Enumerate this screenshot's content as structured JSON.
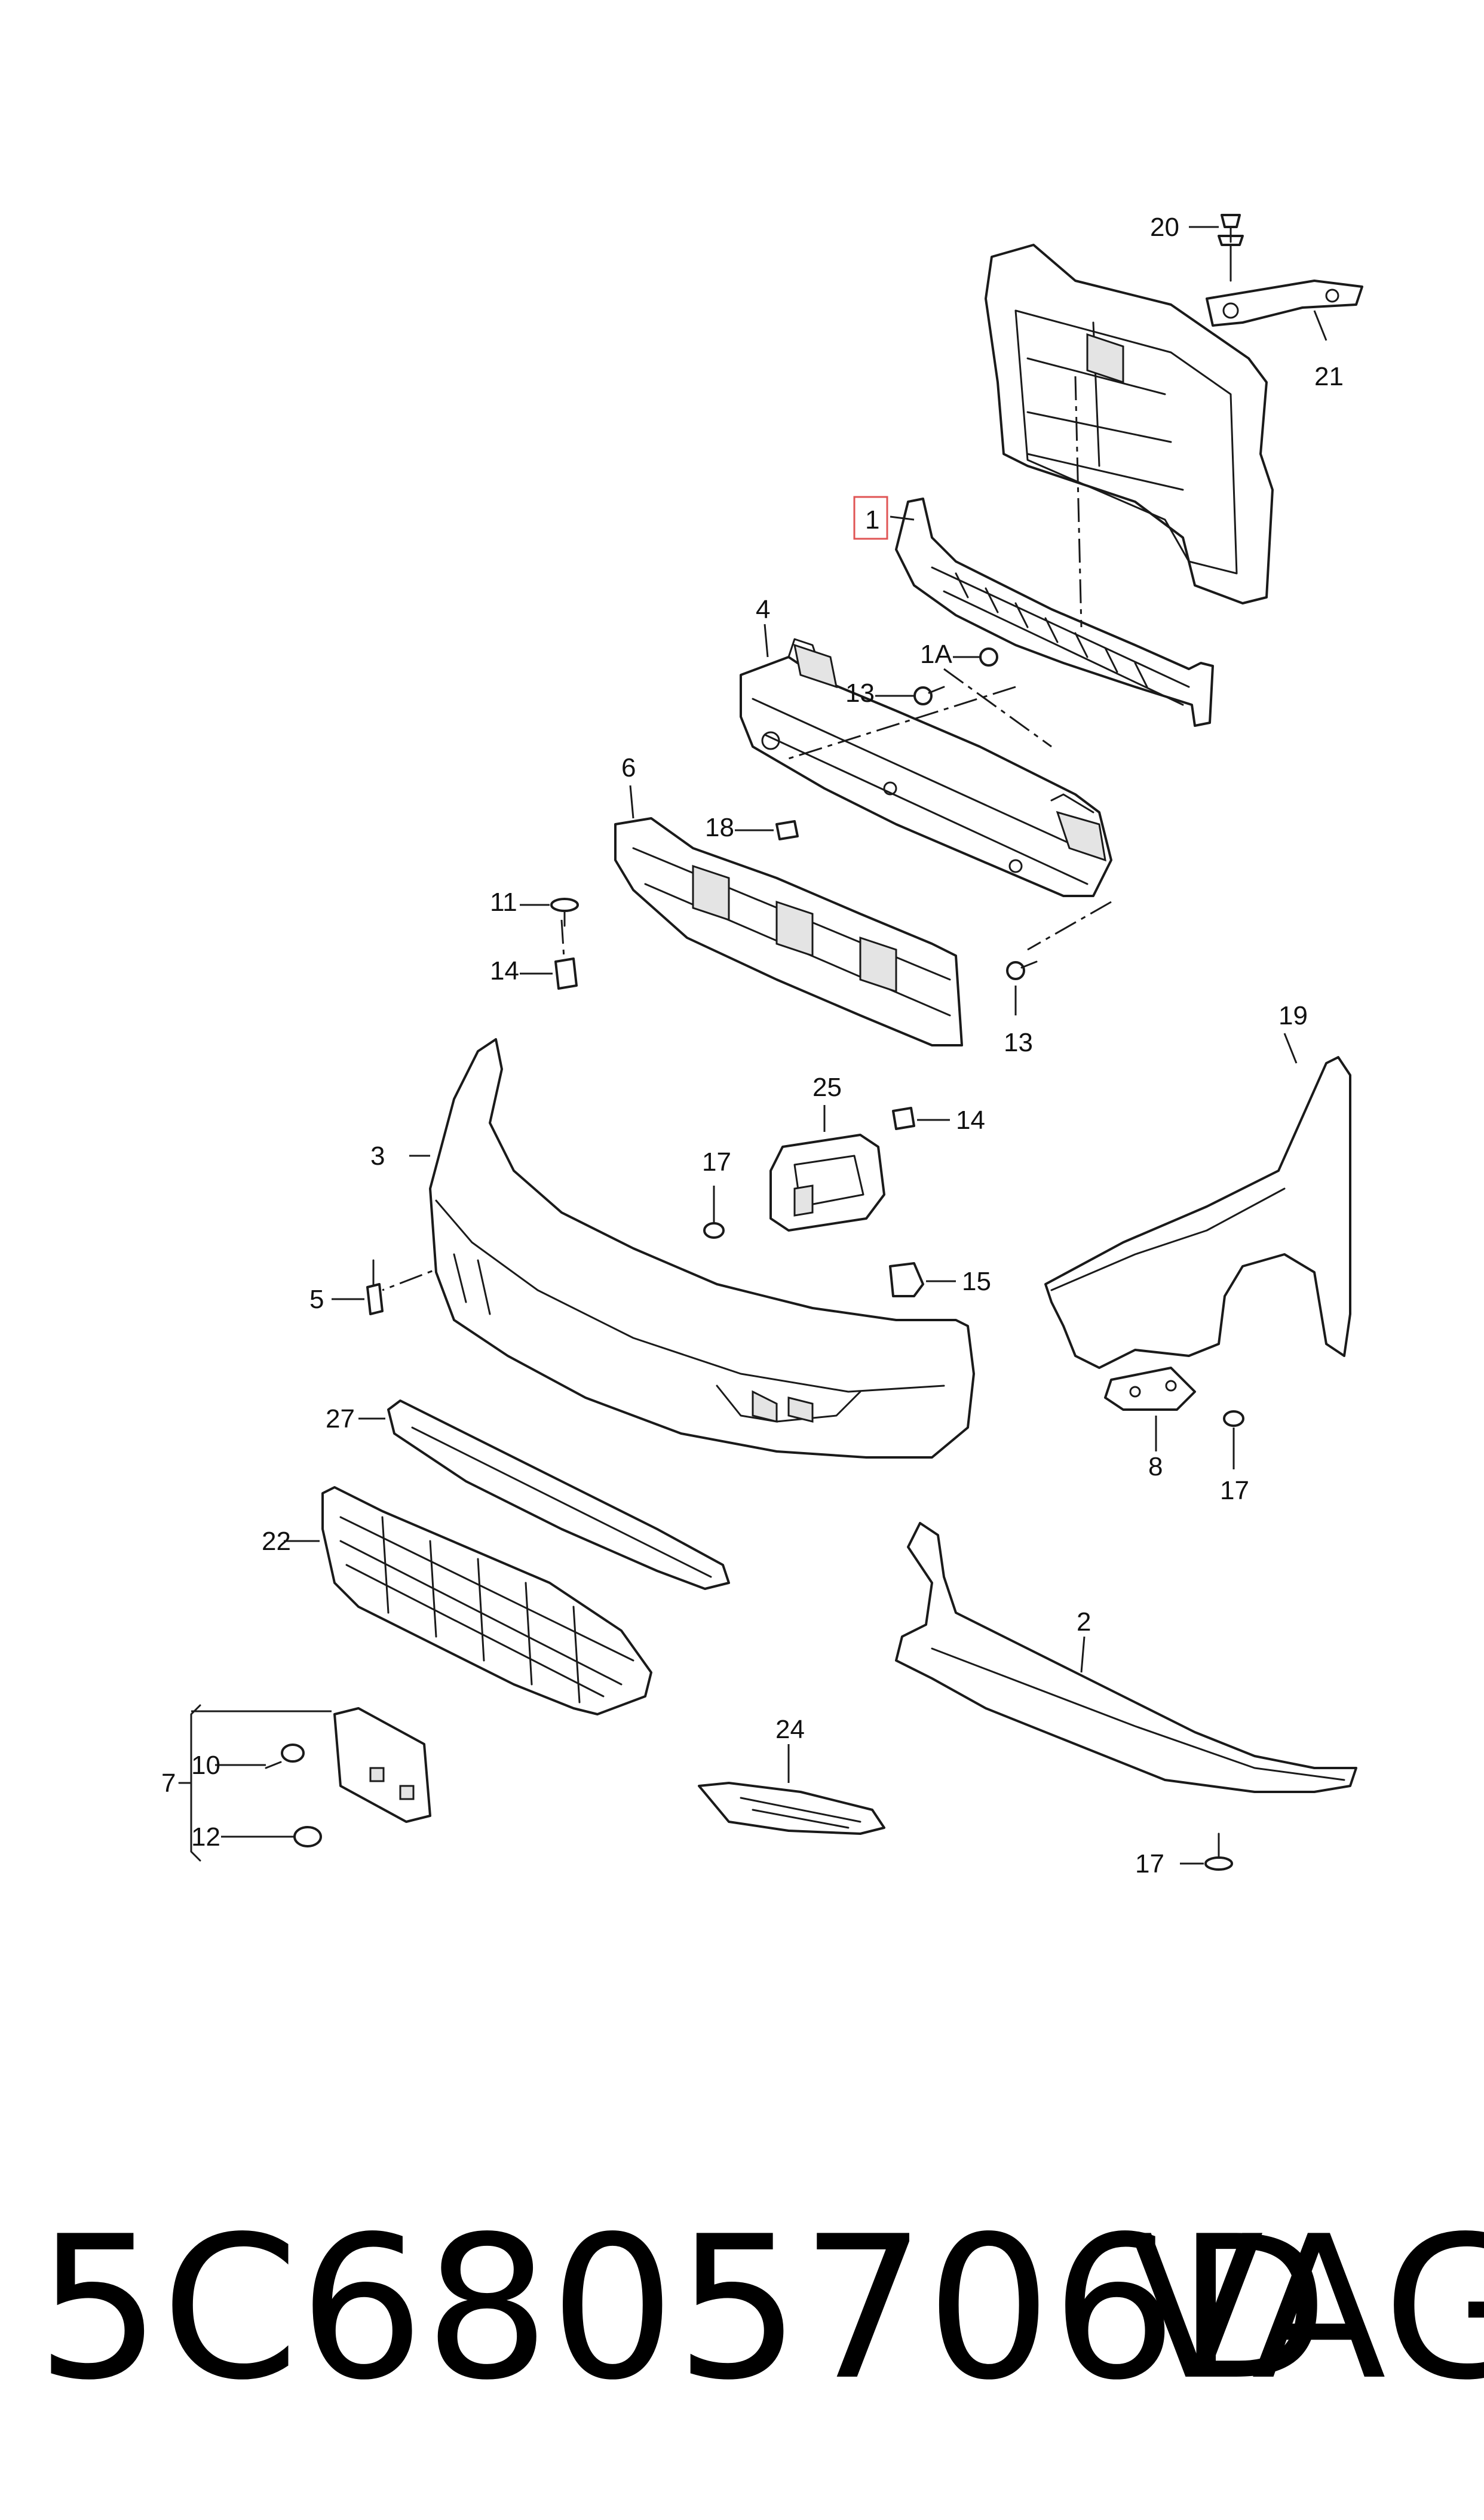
{
  "diagram": {
    "callouts": {
      "c1": "1",
      "c1a": "1A",
      "c2": "2",
      "c3": "3",
      "c4": "4",
      "c5": "5",
      "c6": "6",
      "c7": "7",
      "c8": "8",
      "c10": "10",
      "c11": "11",
      "c12": "12",
      "c13a": "13",
      "c13b": "13",
      "c14a": "14",
      "c14b": "14",
      "c15": "15",
      "c17a": "17",
      "c17b": "17",
      "c17c": "17",
      "c18": "18",
      "c19": "19",
      "c20": "20",
      "c21": "21",
      "c22": "22",
      "c24": "24",
      "c25": "25",
      "c27": "27"
    },
    "highlighted_callout": "1",
    "highlight_color": "#e05555"
  },
  "footer": {
    "part_number": "5C6805706D",
    "brand": "VAG"
  }
}
